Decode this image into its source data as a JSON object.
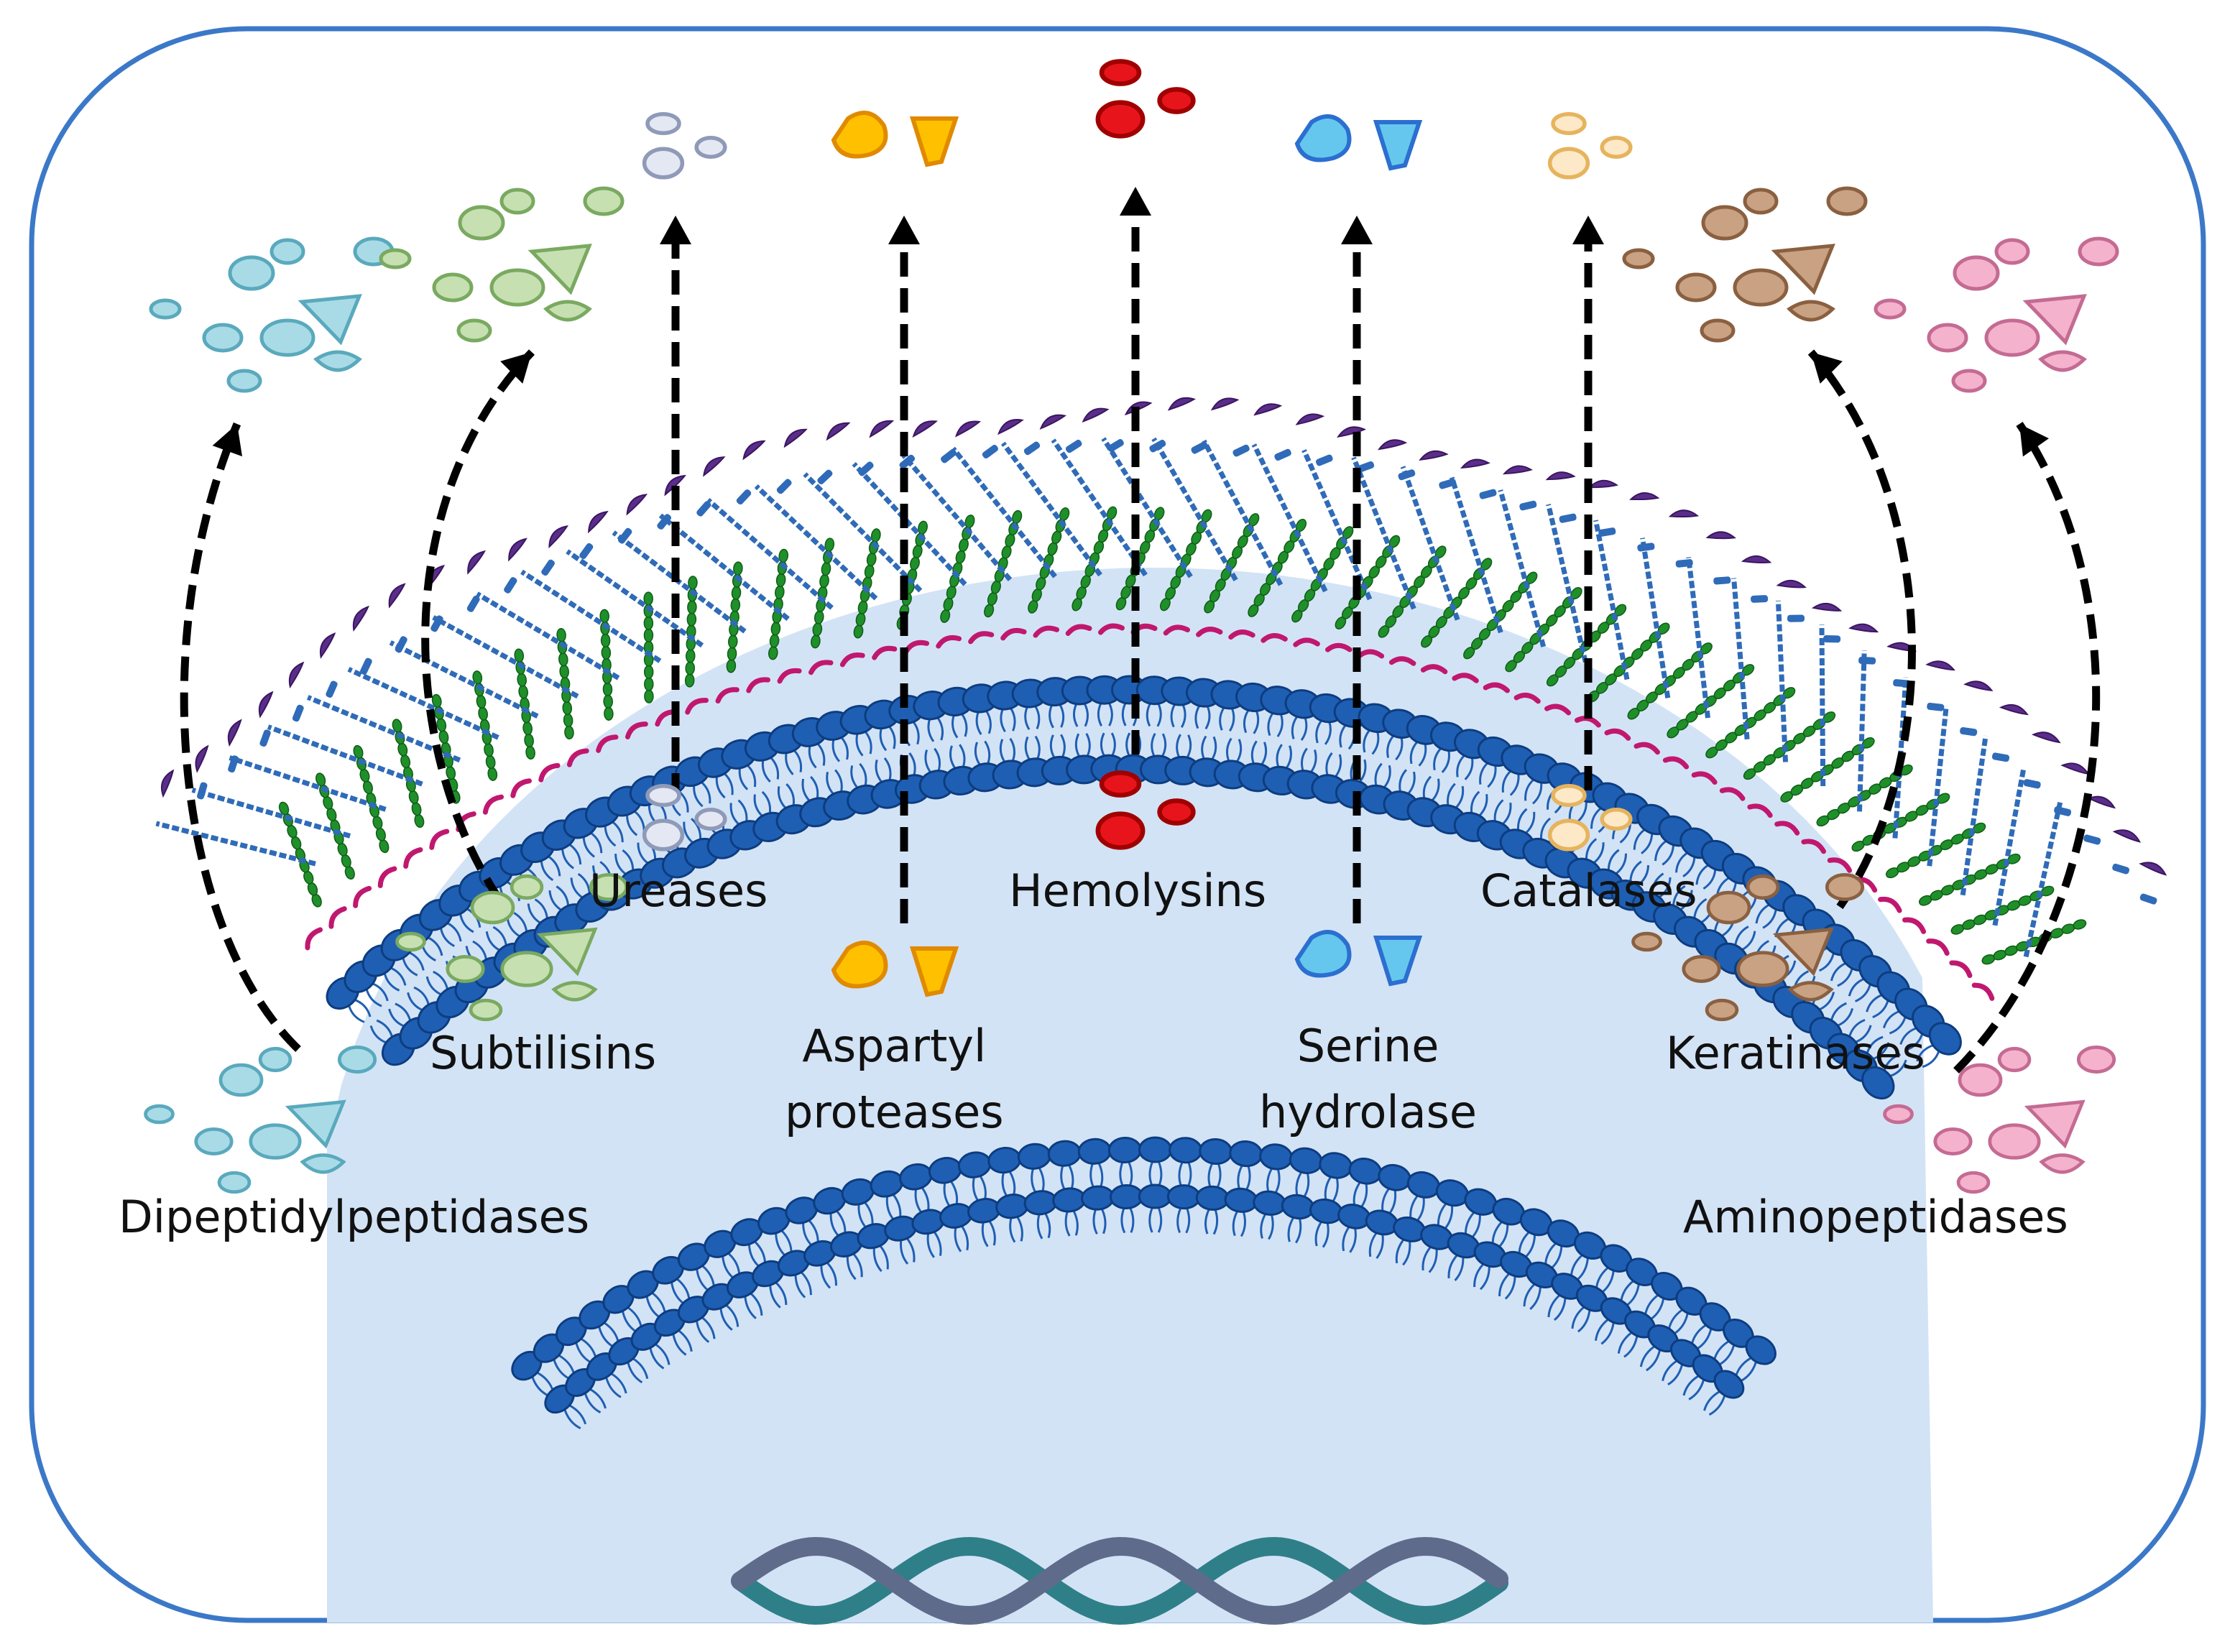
{
  "colors": {
    "frame": "#3b78c8",
    "cytoplasm": "#d3e3f6",
    "lipid_head": "#1f5fb3",
    "lipid_head_outline": "#0d3d80",
    "glucan_green": "#1f8f2a",
    "chitin_blue": "#2f6bb8",
    "mannoprotein_purple": "#5b2d8a",
    "magenta": "#c0186f",
    "arrow": "#000000",
    "dna_strand_1": "#2f7f88",
    "dna_strand_2": "#5f6b8a"
  },
  "labels": {
    "dipeptidylpeptidases": "Dipeptidylpeptidases",
    "subtilisins": "Subtilisins",
    "ureases": "Ureases",
    "aspartyl_proteases": "Aspartyl\nproteases",
    "hemolysins": "Hemolysins",
    "serine_hydrolase": "Serine\nhydrolase",
    "catalases": "Catalases",
    "keratinases": "Keratinases",
    "aminopeptidases": "Aminopeptidases"
  },
  "enzymes": [
    {
      "id": "dipeptidylpeptidases",
      "color": "#a9dbe6",
      "stroke": "#5aa9bd"
    },
    {
      "id": "subtilisins",
      "color": "#c6e0b2",
      "stroke": "#7aa960"
    },
    {
      "id": "ureases",
      "color": "#e4e8f3",
      "stroke": "#8f9ab8"
    },
    {
      "id": "aspartyl_proteases",
      "color": "#ffc000",
      "stroke": "#e08a00"
    },
    {
      "id": "hemolysins",
      "color": "#e8141c",
      "stroke": "#a00000"
    },
    {
      "id": "serine_hydrolase",
      "color": "#66c7ee",
      "stroke": "#2b6fd0"
    },
    {
      "id": "catalases",
      "color": "#fde9c8",
      "stroke": "#e6b45e"
    },
    {
      "id": "keratinases",
      "color": "#c9a183",
      "stroke": "#8a6040"
    },
    {
      "id": "aminopeptidases",
      "color": "#f5b2cc",
      "stroke": "#c46b93"
    }
  ]
}
